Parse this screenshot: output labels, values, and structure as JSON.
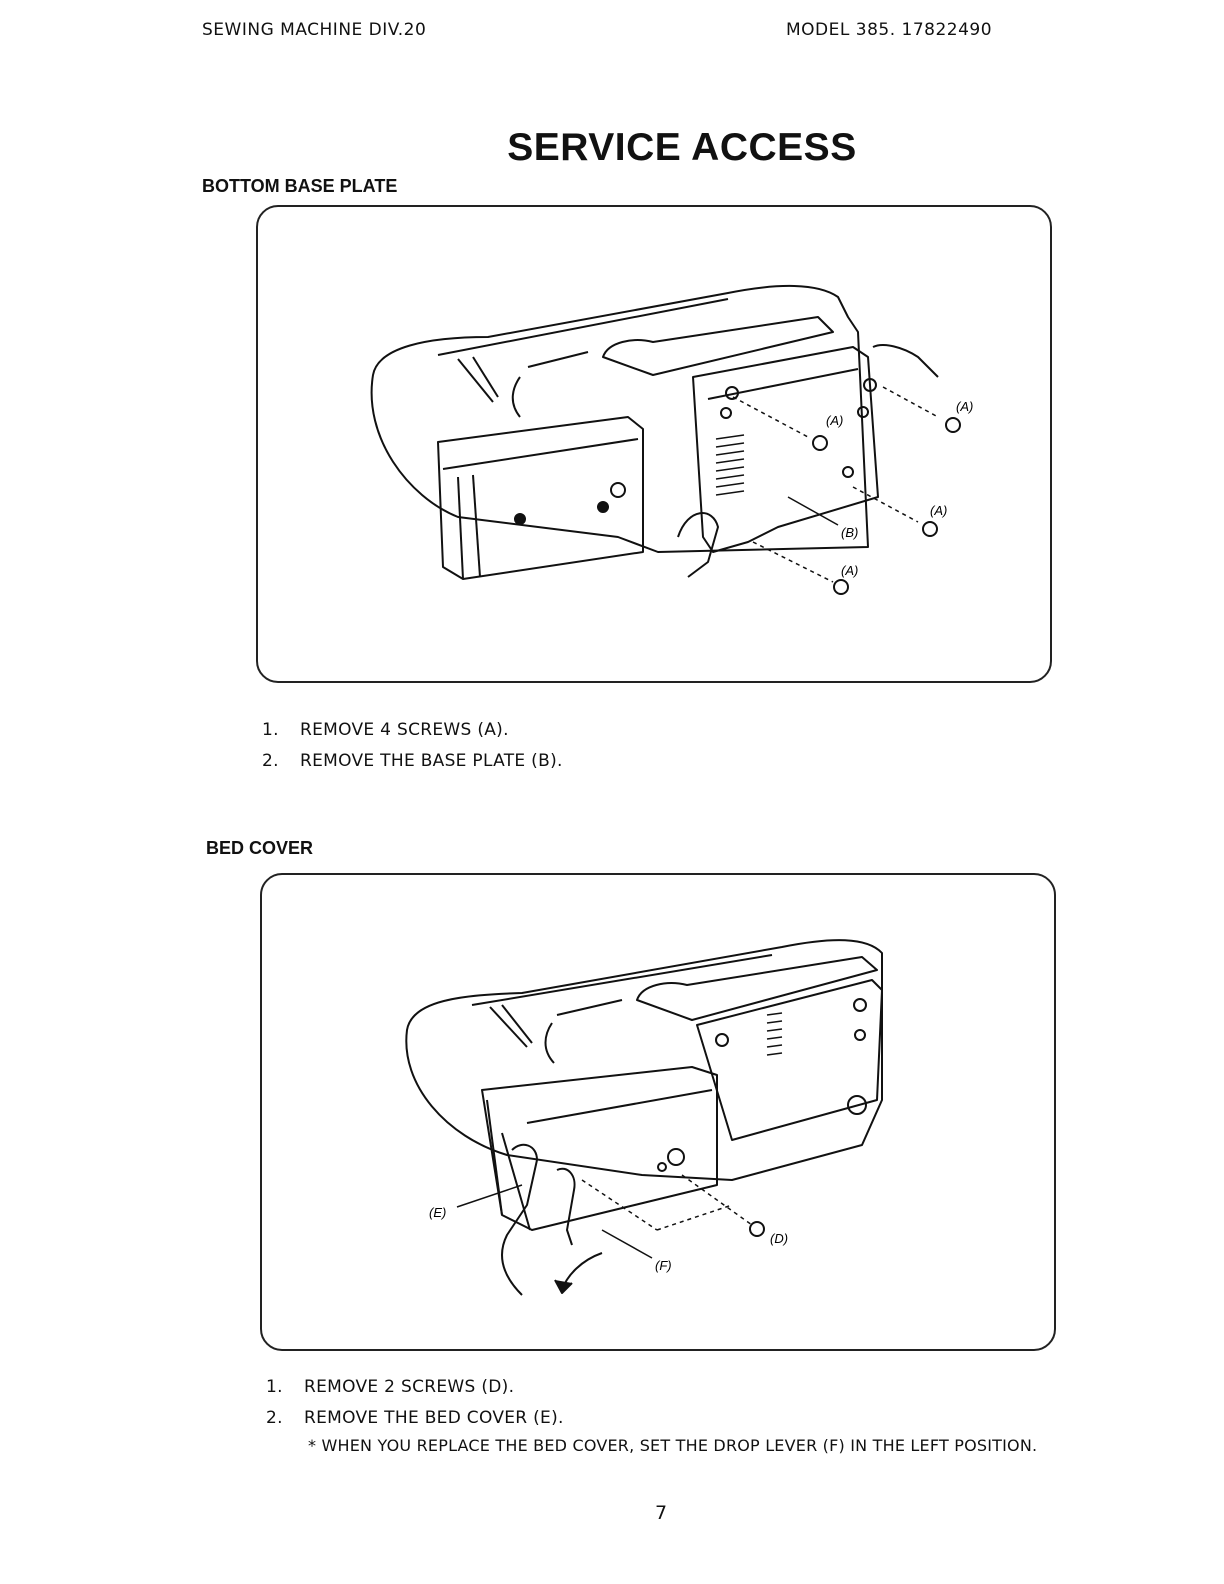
{
  "header": {
    "left": "SEWING MACHINE DIV.20",
    "right": "MODEL 385. 17822490"
  },
  "title": "SERVICE ACCESS",
  "sections": [
    {
      "heading": "BOTTOM BASE PLATE",
      "figure_labels": [
        "(A)",
        "(A)",
        "(A)",
        "(A)",
        "(B)"
      ],
      "steps": [
        {
          "num": "1.",
          "text": "REMOVE 4 SCREWS (A)."
        },
        {
          "num": "2.",
          "text": "REMOVE THE BASE PLATE (B)."
        }
      ]
    },
    {
      "heading": "BED COVER",
      "figure_labels": [
        "(E)",
        "(D)",
        "(F)"
      ],
      "steps": [
        {
          "num": "1.",
          "text": "REMOVE 2 SCREWS (D)."
        },
        {
          "num": "2.",
          "text": "REMOVE THE BED COVER (E)."
        }
      ],
      "note": "* WHEN YOU REPLACE THE BED COVER, SET THE DROP LEVER (F) IN THE LEFT POSITION."
    }
  ],
  "page_number": "7"
}
